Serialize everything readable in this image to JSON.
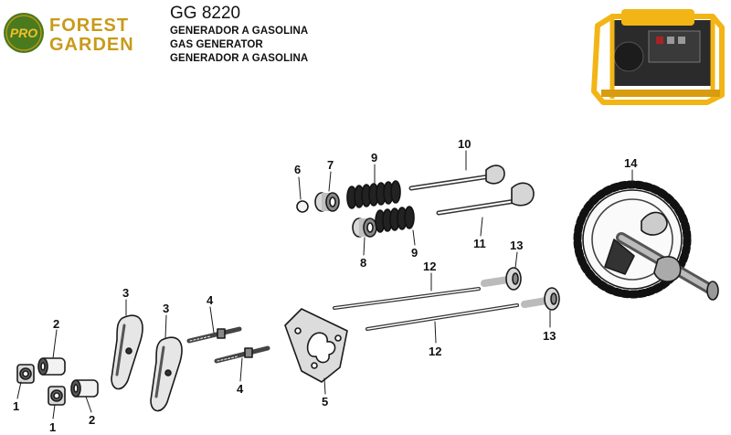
{
  "header": {
    "model": "GG 8220",
    "description_lines": [
      "GENERADOR A GASOLINA",
      "GAS GENERATOR",
      "GENERADOR A GASOLINA"
    ]
  },
  "logo": {
    "badge": "PRO",
    "line1": "FOREST",
    "line2": "GARDEN",
    "colors": {
      "badge_green": "#4a7a1e",
      "text_gold": "#c99a1a"
    }
  },
  "parts": {
    "callouts": [
      "1",
      "1",
      "2",
      "2",
      "3",
      "3",
      "4",
      "4",
      "5",
      "6",
      "7",
      "8",
      "9",
      "9",
      "10",
      "11",
      "12",
      "12",
      "13",
      "13",
      "14"
    ]
  },
  "colors": {
    "generator_frame": "#f2b515",
    "ink": "#1a1a1a"
  }
}
